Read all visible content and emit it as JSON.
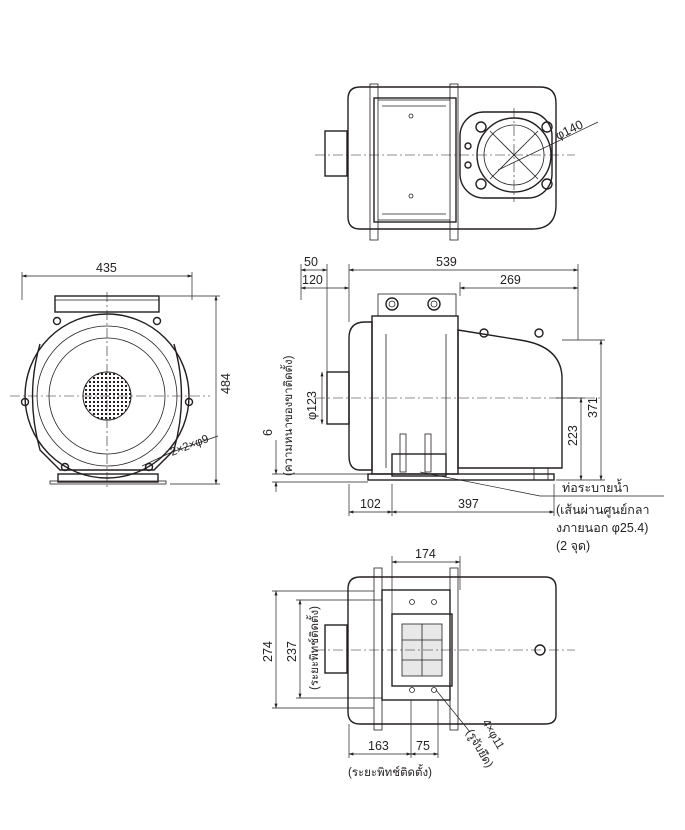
{
  "top_view": {
    "outlet_diameter": "φ140"
  },
  "front_view": {
    "width": "435",
    "height": "484",
    "mount_holes": "2×2×φ9"
  },
  "side_view": {
    "overall_length": "539",
    "dim_50": "50",
    "dim_120": "120",
    "dim_269": "269",
    "inlet_diameter": "φ123",
    "height_371": "371",
    "height_223": "223",
    "dim_6": "6",
    "dim_6_note": "(ความหนาของขาติดตั้ง)",
    "dim_102": "102",
    "dim_397": "397",
    "drain_label": "ท่อระบายน้ำ",
    "drain_detail_1": "(เส้นผ่านศูนย์กลา",
    "drain_detail_2": "งภายนอก φ25.4)",
    "drain_detail_3": "(2 จุด)"
  },
  "bottom_view": {
    "dim_174": "174",
    "dim_274": "274",
    "dim_237": "237",
    "dim_237_note": "(ระยะพิทช์ติดตั้ง)",
    "dim_163": "163",
    "dim_75": "75",
    "bottom_note": "(ระยะพิทช์ติดตั้ง)",
    "bolt_holes": "4×φ11",
    "bolt_note": "(รูจับยึด)"
  }
}
